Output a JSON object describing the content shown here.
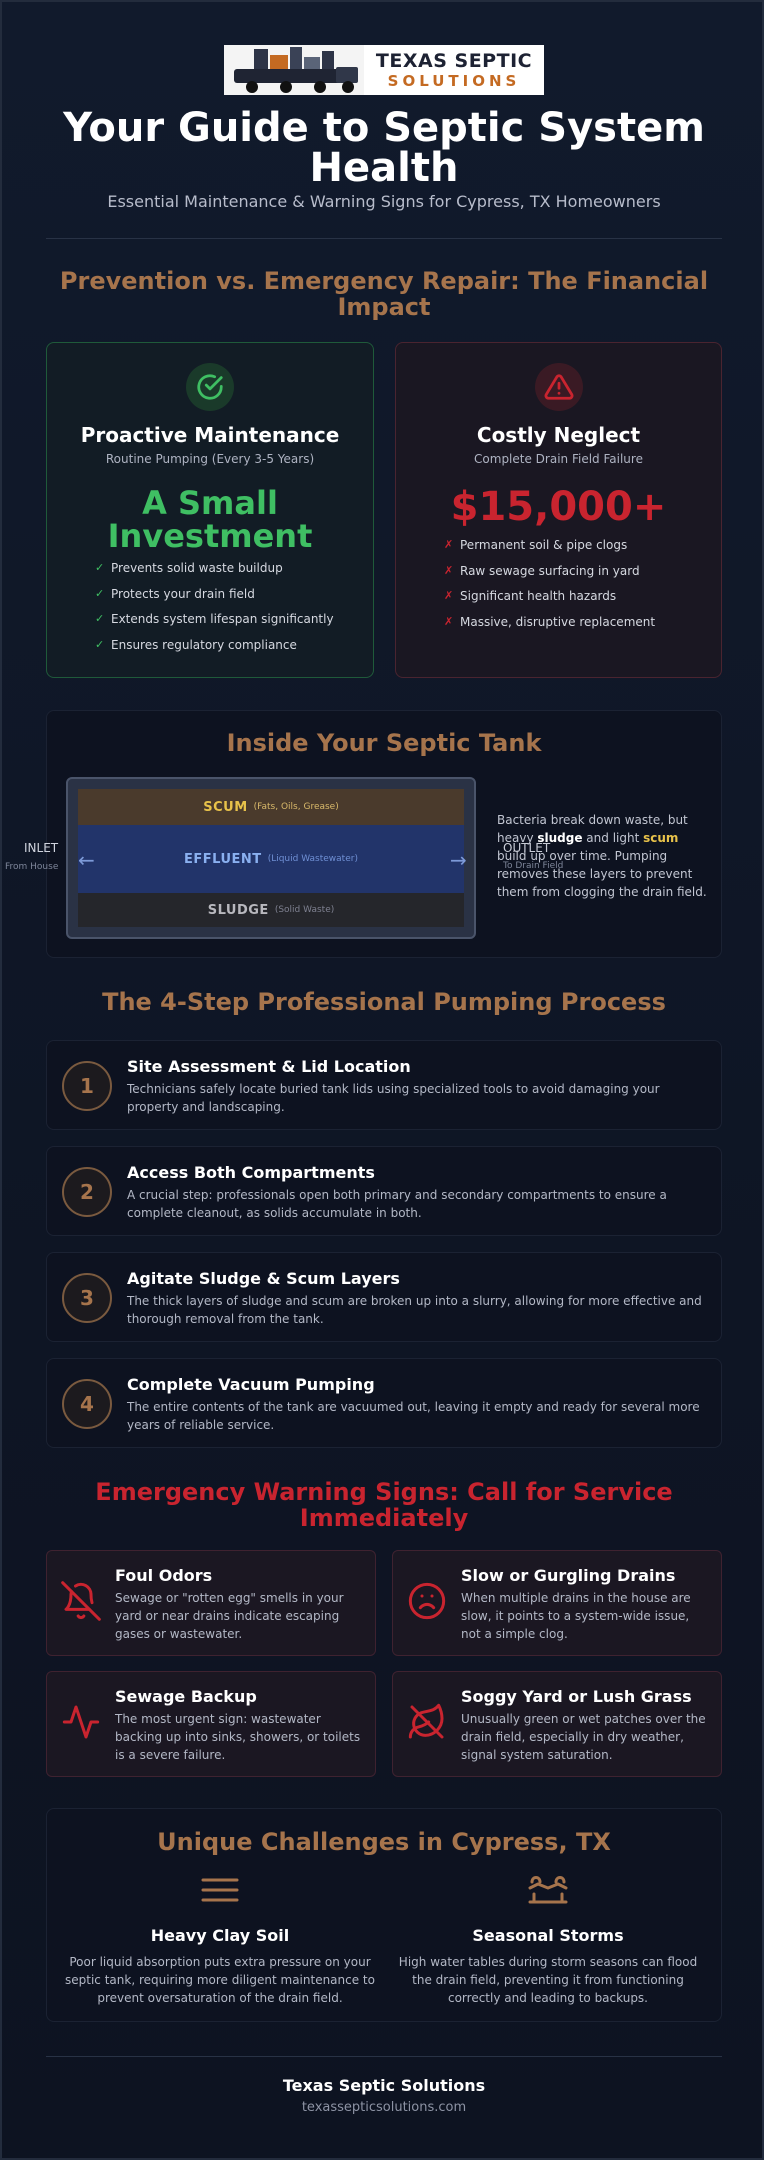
{
  "header": {
    "logo_line1": "TEXAS SEPTIC",
    "logo_line2": "SOLUTIONS",
    "title": "Your Guide to Septic System Health",
    "subtitle": "Essential Maintenance & Warning Signs for Cypress, TX Homeowners"
  },
  "comparison": {
    "title": "Prevention vs. Emergency Repair: The Financial Impact",
    "proactive": {
      "icon": "check-circle-icon",
      "title": "Proactive Maintenance",
      "subtitle": "Routine Pumping (Every 3-5 Years)",
      "highlight": "A Small Investment",
      "color": "#3fbf63",
      "items": [
        "Prevents solid waste buildup",
        "Protects your drain field",
        "Extends system lifespan significantly",
        "Ensures regulatory compliance"
      ]
    },
    "neglect": {
      "icon": "warning-triangle-icon",
      "title": "Costly Neglect",
      "subtitle": "Complete Drain Field Failure",
      "highlight": "$15,000+",
      "color": "#c9242f",
      "items": [
        "Permanent soil & pipe clogs",
        "Raw sewage surfacing in yard",
        "Significant health hazards",
        "Massive, disruptive replacement"
      ]
    }
  },
  "tank": {
    "title": "Inside Your Septic Tank",
    "scum": {
      "name": "SCUM",
      "desc": "(Fats, Oils, Grease)"
    },
    "effluent": {
      "name": "EFFLUENT",
      "desc": "(Liquid Wastewater)"
    },
    "sludge": {
      "name": "SLUDGE",
      "desc": "(Solid Waste)"
    },
    "inlet": "INLET",
    "inlet_sub": "From House",
    "outlet": "OUTLET",
    "outlet_sub": "To Drain Field",
    "text_1": "Bacteria break down waste, but heavy ",
    "text_sludge": "sludge",
    "text_2": " and light ",
    "text_scum": "scum",
    "text_3": " build up over time. Pumping removes these layers to prevent them from clogging the drain field."
  },
  "process": {
    "title": "The 4-Step Professional Pumping Process",
    "steps": [
      {
        "num": "1",
        "title": "Site Assessment & Lid Location",
        "text": "Technicians safely locate buried tank lids using specialized tools to avoid damaging your property and landscaping."
      },
      {
        "num": "2",
        "title": "Access Both Compartments",
        "text": "A crucial step: professionals open both primary and secondary compartments to ensure a complete cleanout, as solids accumulate in both."
      },
      {
        "num": "3",
        "title": "Agitate Sludge & Scum Layers",
        "text": "The thick layers of sludge and scum are broken up into a slurry, allowing for more effective and thorough removal from the tank."
      },
      {
        "num": "4",
        "title": "Complete Vacuum Pumping",
        "text": "The entire contents of the tank are vacuumed out, leaving it empty and ready for several more years of reliable service."
      }
    ]
  },
  "warnings": {
    "title": "Emergency Warning Signs: Call for Service Immediately",
    "items": [
      {
        "icon": "bell-off-icon",
        "title": "Foul Odors",
        "text": "Sewage or \"rotten egg\" smells in your yard or near drains indicate escaping gases or wastewater."
      },
      {
        "icon": "frown-icon",
        "title": "Slow or Gurgling Drains",
        "text": "When multiple drains in the house are slow, it points to a system-wide issue, not a simple clog."
      },
      {
        "icon": "pulse-icon",
        "title": "Sewage Backup",
        "text": "The most urgent sign: wastewater backing up into sinks, showers, or toilets is a severe failure."
      },
      {
        "icon": "leaf-off-icon",
        "title": "Soggy Yard or Lush Grass",
        "text": "Unusually green or wet patches over the drain field, especially in dry weather, signal system saturation."
      }
    ]
  },
  "cypress": {
    "title": "Unique Challenges in Cypress, TX",
    "items": [
      {
        "icon": "layers-icon",
        "title": "Heavy Clay Soil",
        "text": "Poor liquid absorption puts extra pressure on your septic tank, requiring more diligent maintenance to prevent oversaturation of the drain field."
      },
      {
        "icon": "storm-icon",
        "title": "Seasonal Storms",
        "text": "High water tables during storm seasons can flood the drain field, preventing it from functioning correctly and leading to backups."
      }
    ]
  },
  "footer": {
    "name": "Texas Septic Solutions",
    "url": "texassepticsolutions.com"
  }
}
